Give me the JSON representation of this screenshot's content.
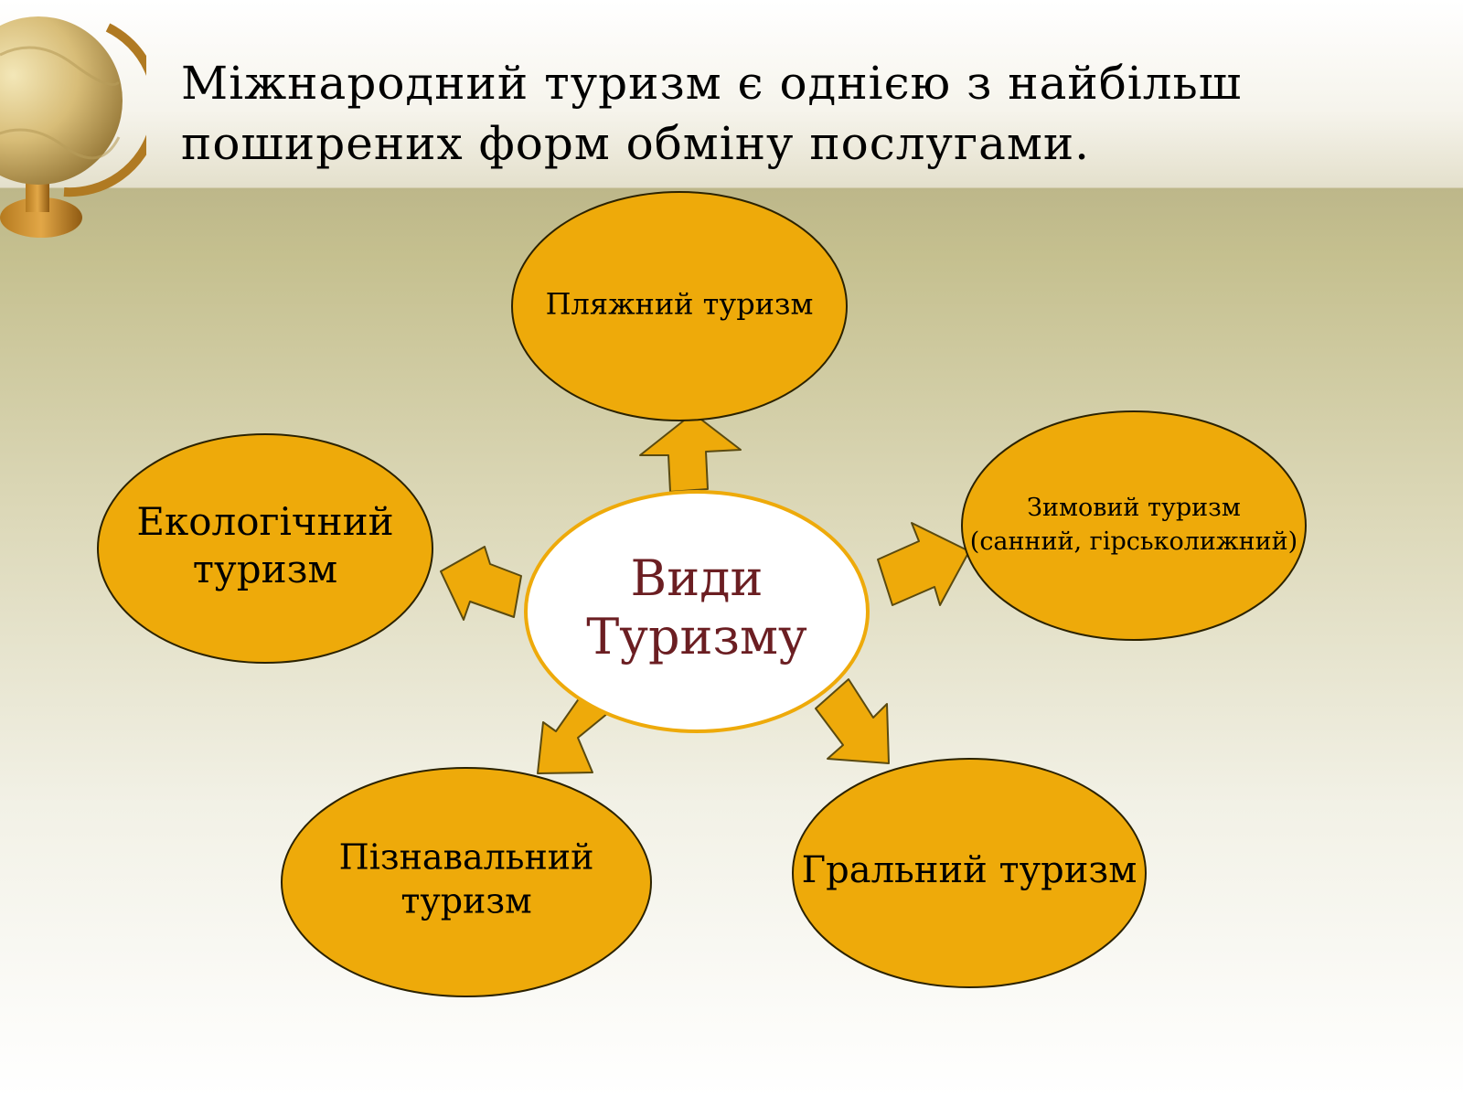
{
  "title": "Міжнародний туризм є однією з найбільш\nпоширених форм обміну послугами.",
  "colors": {
    "node_fill": "#eeaa0a",
    "center_fill": "#ffffff",
    "center_stroke": "#eeaa0a",
    "center_text": "#6b1e22",
    "node_text": "#000000"
  },
  "diagram": {
    "center": {
      "lines": [
        "Види",
        "Туризму"
      ]
    },
    "nodes": [
      {
        "id": "beach",
        "lines": [
          "Пляжний туризм"
        ]
      },
      {
        "id": "winter",
        "lines": [
          "Зимовий туризм",
          "(санний, гірськолижний)"
        ]
      },
      {
        "id": "gambling",
        "lines": [
          "Гральний туризм"
        ]
      },
      {
        "id": "cognitive",
        "lines": [
          "Пізнавальний",
          "туризм"
        ]
      },
      {
        "id": "ecological",
        "lines": [
          "Екологічний",
          "туризм"
        ]
      }
    ]
  }
}
